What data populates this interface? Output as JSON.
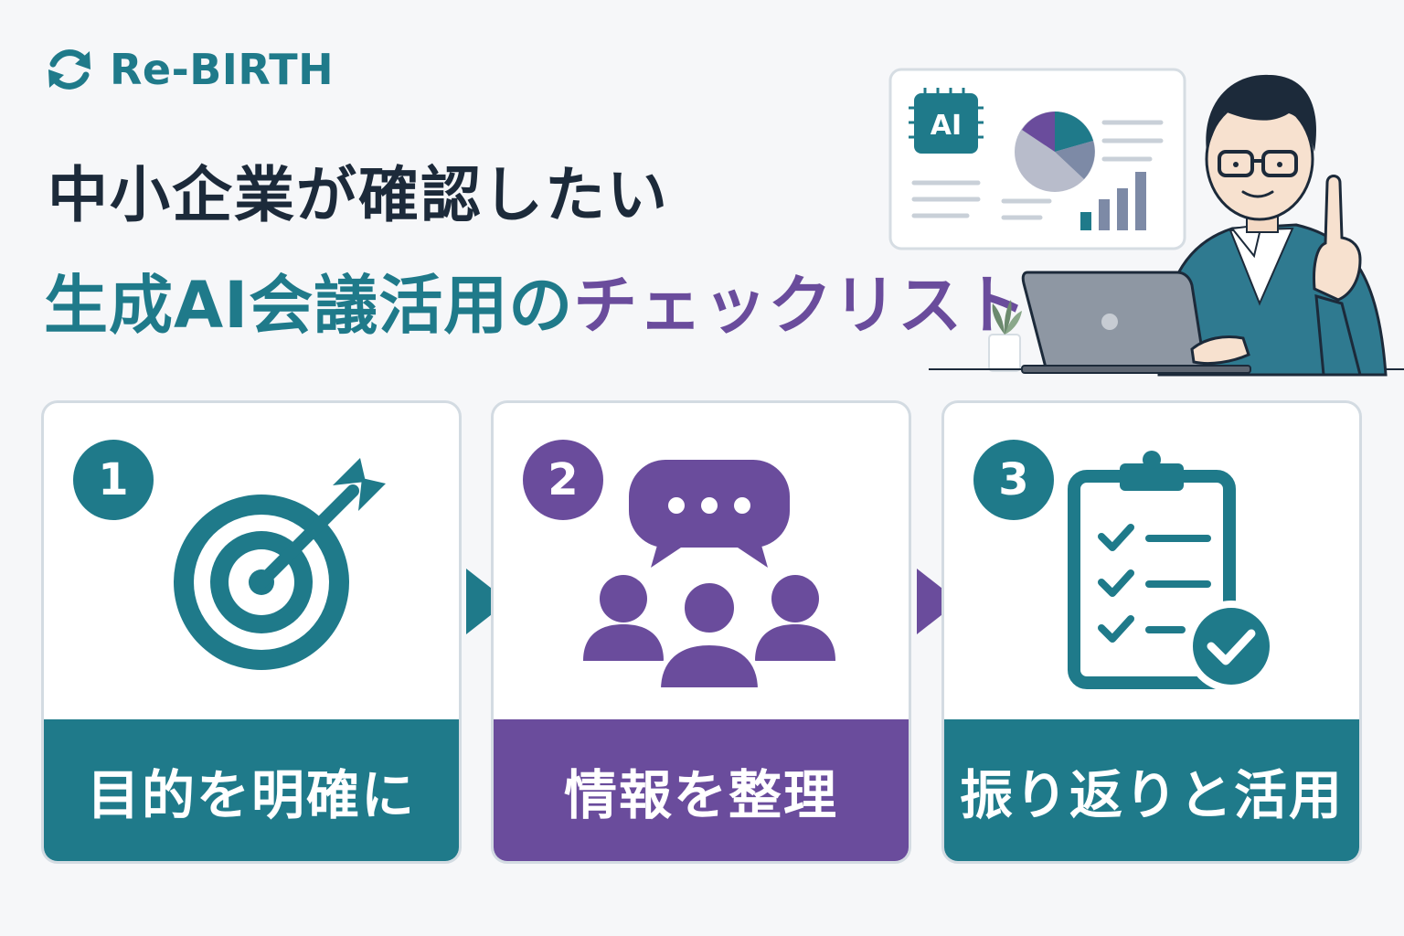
{
  "brand": {
    "name": "Re-BIRTH",
    "color": "#1f7a8a"
  },
  "headline": {
    "line1": "中小企業が確認したい",
    "line2_part1": "生成AI会議活用の",
    "line2_part2": "チェックリスト"
  },
  "illustration": {
    "screen_badge": "AI"
  },
  "steps": [
    {
      "number": "1",
      "label": "目的を明確に",
      "icon": "target-arrow-icon",
      "color": "#1f7a8a"
    },
    {
      "number": "2",
      "label": "情報を整理",
      "icon": "meeting-chat-icon",
      "color": "#6a4c9c"
    },
    {
      "number": "3",
      "label": "振り返りと活用",
      "icon": "clipboard-checklist-icon",
      "color": "#1f7a8a"
    }
  ],
  "colors": {
    "teal": "#1f7a8a",
    "purple": "#6a4c9c",
    "navy": "#1c2a3a"
  }
}
